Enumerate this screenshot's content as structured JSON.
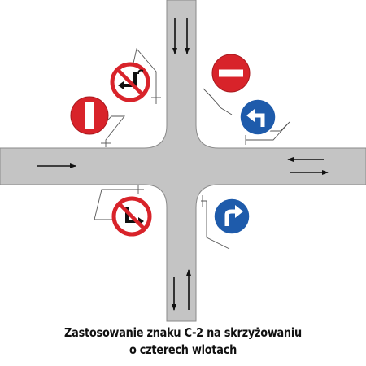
{
  "caption": {
    "line1": "Zastosowanie znaku C-2 na skrzyżowaniu",
    "line2": "o czterech wlotach"
  },
  "signs": [
    {
      "name": "no-left-and-uturn-sign-top",
      "type": "prohibition",
      "glyph": "left-and-uturn"
    },
    {
      "name": "no-entry-sign",
      "type": "no-entry"
    },
    {
      "name": "no-overtaking-sign-left",
      "type": "no-passage-white-bar"
    },
    {
      "name": "turn-left-mandatory-sign",
      "type": "mandatory",
      "glyph": "arrow-left"
    },
    {
      "name": "no-left-and-uturn-sign-bottom",
      "type": "prohibition",
      "glyph": "left-and-uturn-inverted"
    },
    {
      "name": "turn-right-mandatory-sign",
      "type": "mandatory",
      "glyph": "arrow-right"
    }
  ],
  "colors": {
    "road": "#c4c4c4",
    "road_edge": "#8a8a8a",
    "sign_red": "#d8232a",
    "sign_blue": "#1e5bab",
    "arrow": "#111111",
    "leader_line": "#555555",
    "caption": "#111111"
  }
}
